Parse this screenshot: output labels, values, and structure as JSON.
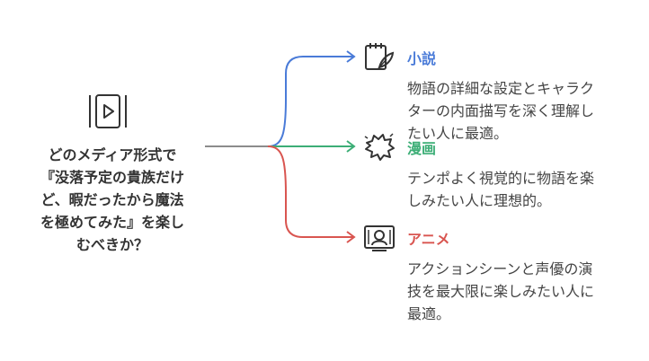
{
  "question": {
    "lines": [
      "どのメディア形式で",
      "『没落予定の貴族だけ",
      "ど、暇だったから魔法",
      "を極めてみた』を楽し",
      "むべきか？"
    ],
    "icon": "video-play-icon"
  },
  "branches": [
    {
      "title": "小説",
      "color": "#4a7bd8",
      "icon": "notepad-pen-icon",
      "desc": [
        "物語の詳細な設定とキャラク",
        "ターの内面描写を深く理解し",
        "たい人に最適。"
      ]
    },
    {
      "title": "漫画",
      "color": "#3cae76",
      "icon": "speech-burst-icon",
      "desc": [
        "テンポよく視覚的に物語を楽",
        "しみたい人に理想的。"
      ]
    },
    {
      "title": "アニメ",
      "color": "#d95550",
      "icon": "tv-screen-icon",
      "desc": [
        "アクションシーンと声優の演",
        "技を最大限に楽しみたい人に",
        "最適。"
      ]
    }
  ],
  "colors": {
    "connector_gray": "#8c8c8c"
  }
}
